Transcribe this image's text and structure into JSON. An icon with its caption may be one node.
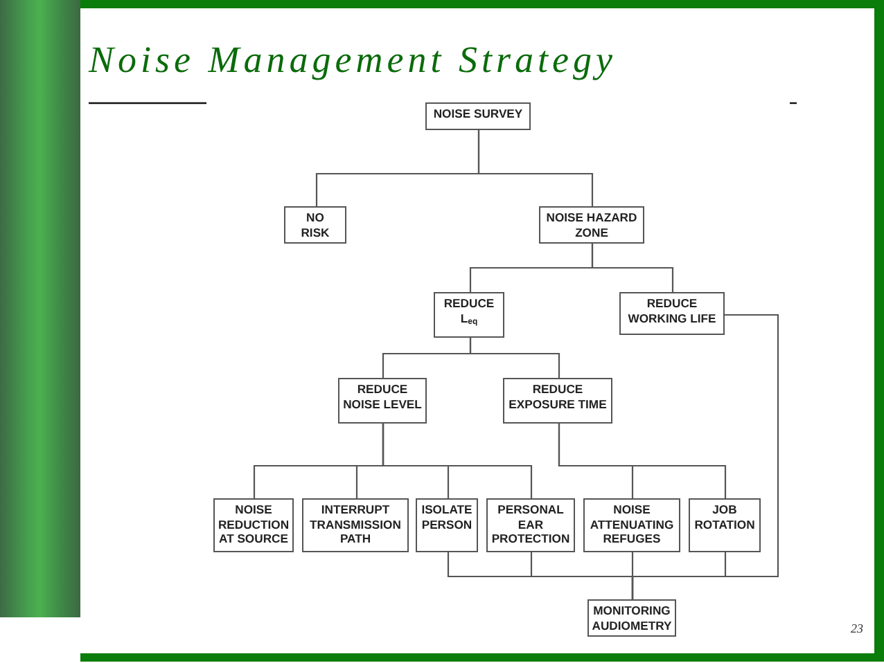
{
  "diagram": {
    "title": "Noise Management Strategy",
    "nodes": [
      {
        "text": [
          "NOISE SURVEY"
        ]
      },
      {
        "text": [
          "NO RISK"
        ]
      },
      {
        "text": [
          "NOISE HAZARD ZONE"
        ]
      },
      {
        "text": [
          "REDUCE L$_{eq}$"
        ]
      },
      {
        "text": [
          "REDUCE WORKING LIFE"
        ]
      },
      {
        "text": [
          "REDUCE NOISE LEVEL"
        ]
      },
      {
        "text": [
          "REDUCE EXPOSURE TIME"
        ]
      },
      {
        "text": [
          "NOISE REDUCTION AT SOURCE"
        ]
      },
      {
        "text": [
          "INTERRUPT TRANSMISSION PATH"
        ]
      },
      {
        "text": [
          "ISOLATE PERSON"
        ]
      },
      {
        "text": [
          "PERSONAL EAR PROTECTION"
        ]
      },
      {
        "text": [
          "NOISE ATTENUATING REFUGES"
        ]
      },
      {
        "text": [
          "JOB ROTATION"
        ]
      },
      {
        "text": [
          "MONITORING AUDIOMETRY"
        ]
      }
    ],
    "edges": [
      {
        "from": 0,
        "to": 1,
        "arrow": "none"
      },
      {
        "from": 0,
        "to": 2,
        "arrow": "none"
      },
      {
        "from": 2,
        "to": 3,
        "arrow": "none"
      },
      {
        "from": 2,
        "to": 4,
        "arrow": "none"
      },
      {
        "from": 3,
        "to": 5,
        "arrow": "none"
      },
      {
        "from": 3,
        "to": 6,
        "arrow": "none"
      },
      {
        "from": 5,
        "to": 7,
        "arrow": "none"
      },
      {
        "from": 5,
        "to": 8,
        "arrow": "none"
      },
      {
        "from": 5,
        "to": 9,
        "arrow": "none"
      },
      {
        "from": 5,
        "to": 10,
        "arrow": "none"
      },
      {
        "from": 6,
        "to": 11,
        "arrow": "none"
      },
      {
        "from": 6,
        "to": 12,
        "arrow": "none"
      },
      {
        "from": 4,
        "to": 13,
        "arrow": "none"
      },
      {
        "from": 9,
        "to": 13,
        "arrow": "none"
      },
      {
        "from": 10,
        "to": 13,
        "arrow": "none"
      },
      {
        "from": 11,
        "to": 13,
        "arrow": "none"
      },
      {
        "from": 12,
        "to": 13,
        "arrow": "none"
      }
    ],
    "labels": [
      "23"
    ]
  }
}
